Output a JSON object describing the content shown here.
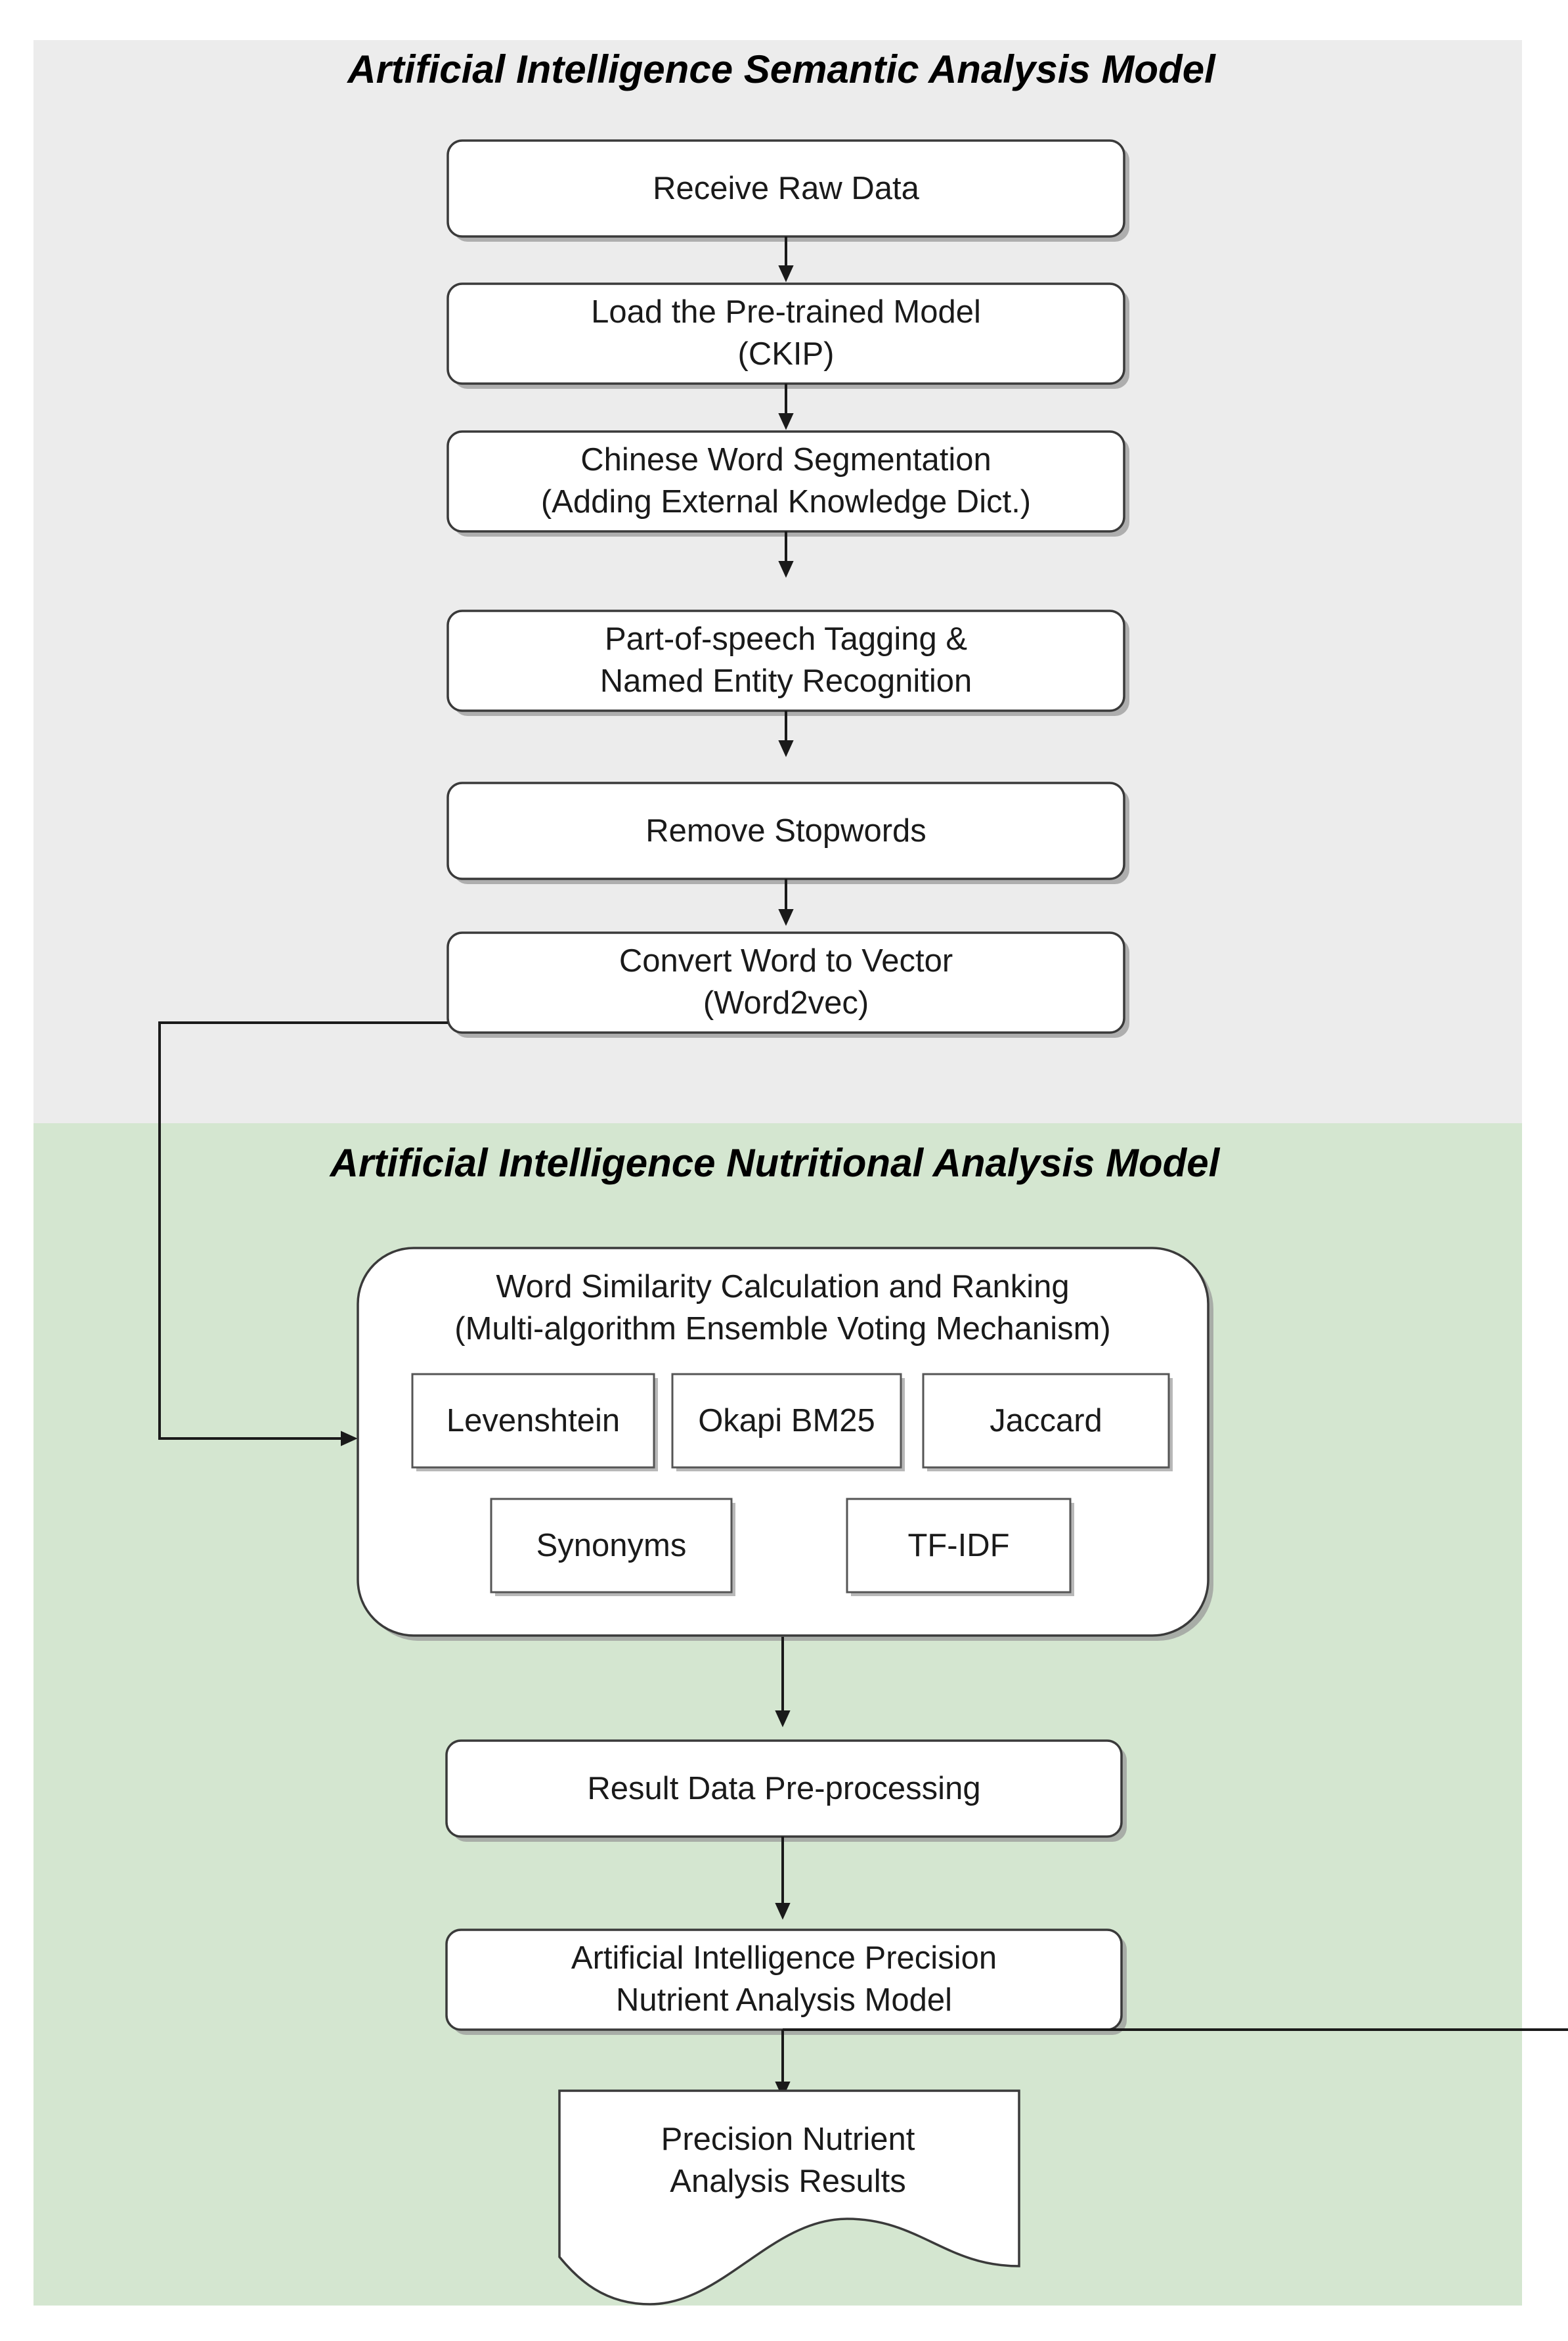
{
  "diagram": {
    "type": "flowchart",
    "orientation": "top-to-bottom",
    "sections": [
      {
        "id": "semantic",
        "title": "Artificial Intelligence Semantic Analysis Model",
        "background_color": "#ececec"
      },
      {
        "id": "nutritional",
        "title": "Artificial Intelligence Nutritional Analysis Model",
        "background_color": "#d4e6d0"
      }
    ],
    "semantic_nodes": [
      {
        "id": "receive-raw-data",
        "shape": "rounded-rect",
        "lines": [
          "Receive Raw Data"
        ]
      },
      {
        "id": "load-pretrained-model",
        "shape": "rounded-rect",
        "lines": [
          "Load the Pre-trained Model",
          "(CKIP)"
        ]
      },
      {
        "id": "chinese-word-segmentation",
        "shape": "rounded-rect",
        "lines": [
          "Chinese Word Segmentation",
          "(Adding External Knowledge Dict.)"
        ]
      },
      {
        "id": "pos-tagging-ner",
        "shape": "rounded-rect",
        "lines": [
          "Part-of-speech Tagging &",
          "Named Entity Recognition"
        ]
      },
      {
        "id": "remove-stopwords",
        "shape": "rounded-rect",
        "lines": [
          "Remove Stopwords"
        ]
      },
      {
        "id": "convert-word-to-vector",
        "shape": "rounded-rect",
        "lines": [
          "Convert Word to Vector",
          "(Word2vec)"
        ]
      }
    ],
    "similarity_group": {
      "id": "word-similarity-group",
      "shape": "rounded-rect-large-radius",
      "lines": [
        "Word Similarity Calculation and Ranking",
        "(Multi-algorithm Ensemble Voting Mechanism)"
      ],
      "algorithms_row1": [
        "Levenshtein",
        "Okapi BM25",
        "Jaccard"
      ],
      "algorithms_row2": [
        "Synonyms",
        "TF-IDF"
      ]
    },
    "nutritional_nodes": [
      {
        "id": "result-data-preprocessing",
        "shape": "rounded-rect",
        "lines": [
          "Result Data Pre-processing"
        ]
      },
      {
        "id": "ai-precision-nutrient-model",
        "shape": "rounded-rect",
        "lines": [
          "Artificial Intelligence Precision",
          "Nutrient Analysis Model"
        ]
      },
      {
        "id": "precision-nutrient-results",
        "shape": "document",
        "lines": [
          "Precision Nutrient",
          "Analysis Results"
        ]
      }
    ],
    "connectors": [
      {
        "from": "receive-raw-data",
        "to": "load-pretrained-model",
        "style": "straight-arrow"
      },
      {
        "from": "load-pretrained-model",
        "to": "chinese-word-segmentation",
        "style": "straight-arrow"
      },
      {
        "from": "chinese-word-segmentation",
        "to": "pos-tagging-ner",
        "style": "straight-arrow"
      },
      {
        "from": "pos-tagging-ner",
        "to": "remove-stopwords",
        "style": "straight-arrow"
      },
      {
        "from": "remove-stopwords",
        "to": "convert-word-to-vector",
        "style": "straight-arrow"
      },
      {
        "from": "convert-word-to-vector",
        "to": "word-similarity-group",
        "style": "elbow-left-arrow"
      },
      {
        "from": "word-similarity-group",
        "to": "result-data-preprocessing",
        "style": "straight-arrow"
      },
      {
        "from": "result-data-preprocessing",
        "to": "ai-precision-nutrient-model",
        "style": "straight-arrow"
      },
      {
        "from": "ai-precision-nutrient-model",
        "to": "precision-nutrient-results",
        "style": "straight-arrow"
      }
    ],
    "colors": {
      "semantic_panel": "#ececec",
      "nutritional_panel": "#d4e6d0",
      "node_fill": "#ffffff",
      "node_stroke": "#3a3a3a",
      "connector": "#1a1a1a",
      "text": "#1a1a1a"
    }
  }
}
